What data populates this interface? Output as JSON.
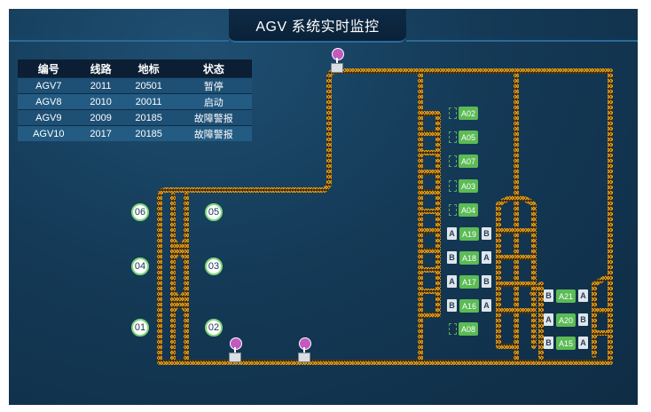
{
  "header": {
    "title": "AGV 系统实时监控"
  },
  "table": {
    "columns": [
      "编号",
      "线路",
      "地标",
      "状态"
    ],
    "rows": [
      [
        "AGV7",
        "2011",
        "20501",
        "暂停"
      ],
      [
        "AGV8",
        "2010",
        "20011",
        "启动"
      ],
      [
        "AGV9",
        "2009",
        "20185",
        "故障警报"
      ],
      [
        "AGV10",
        "2017",
        "20185",
        "故障警报"
      ]
    ]
  },
  "nodes": [
    "06",
    "05",
    "04",
    "03",
    "01",
    "02"
  ],
  "stations_column": [
    "A02",
    "A05",
    "A07",
    "A03",
    "A04"
  ],
  "stations_ab": [
    {
      "left": "A",
      "id": "A19",
      "right": "B"
    },
    {
      "left": "B",
      "id": "A18",
      "right": "A"
    },
    {
      "left": "A",
      "id": "A17",
      "right": "B"
    },
    {
      "left": "B",
      "id": "A16",
      "right": "A"
    }
  ],
  "station_bottom": "A08",
  "stations_right": [
    {
      "left": "B",
      "id": "A21",
      "right": "A"
    },
    {
      "left": "A",
      "id": "A20",
      "right": "B"
    },
    {
      "left": "B",
      "id": "A15",
      "right": "A"
    }
  ],
  "colors": {
    "track": "#f2a81d",
    "track_dark": "#3a2a10",
    "station": "#5bbb55",
    "marker": "#c25abf"
  }
}
